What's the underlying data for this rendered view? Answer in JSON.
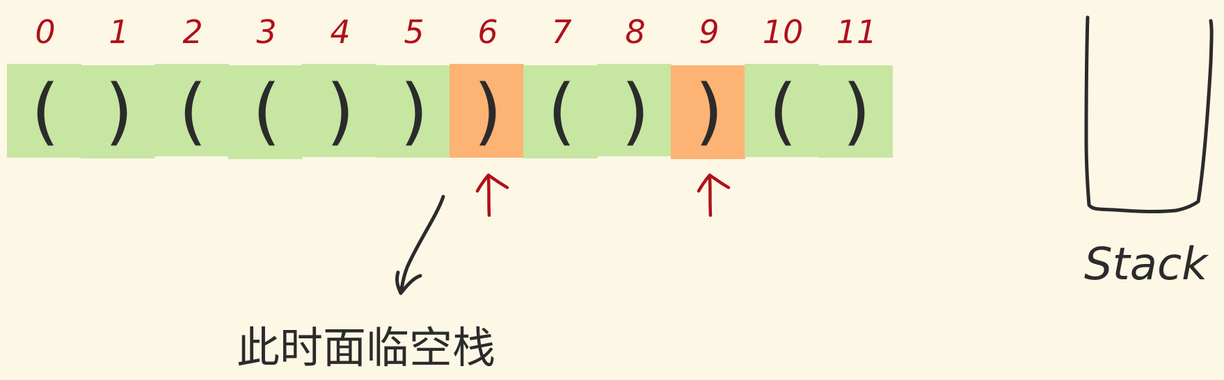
{
  "diagram": {
    "cells": [
      {
        "index": "0",
        "paren": "(",
        "highlight": "valid"
      },
      {
        "index": "1",
        "paren": ")",
        "highlight": "valid"
      },
      {
        "index": "2",
        "paren": "(",
        "highlight": "valid"
      },
      {
        "index": "3",
        "paren": "(",
        "highlight": "valid"
      },
      {
        "index": "4",
        "paren": ")",
        "highlight": "valid"
      },
      {
        "index": "5",
        "paren": ")",
        "highlight": "valid"
      },
      {
        "index": "6",
        "paren": ")",
        "highlight": "invalid"
      },
      {
        "index": "7",
        "paren": "(",
        "highlight": "valid"
      },
      {
        "index": "8",
        "paren": ")",
        "highlight": "valid"
      },
      {
        "index": "9",
        "paren": ")",
        "highlight": "invalid"
      },
      {
        "index": "10",
        "paren": "(",
        "highlight": "valid"
      },
      {
        "index": "11",
        "paren": ")",
        "highlight": "valid"
      }
    ],
    "pointer_indices": [
      "6",
      "9"
    ],
    "annotation": "此时面临空栈",
    "stack_label": "Stack"
  },
  "colors": {
    "background": "#fdf7e6",
    "valid": "#c6e6a2",
    "invalid": "#fdb374",
    "ink": "#2b2b2b",
    "index_red": "#b0101a"
  }
}
